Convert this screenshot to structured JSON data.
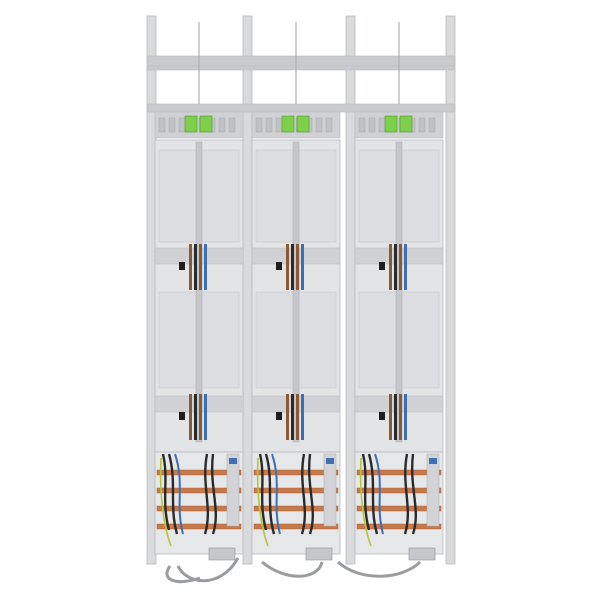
{
  "image": {
    "subject": "meter-cabinet-product-render",
    "background": "#ffffff"
  },
  "colors": {
    "frame": "#d9dadc",
    "frame_edge": "#b8babd",
    "panel": "#e3e4e6",
    "panel_shade": "#cfd1d4",
    "rail": "#c9cbce",
    "terminal_green": "#7ed04b",
    "busbar_copper": "#c8794a",
    "wire_black": "#2a2a2a",
    "wire_blue": "#3d6fb5",
    "wire_brown": "#8a5a34",
    "wire_earth": "#b8c43a",
    "cable_grey": "#9a9ca0"
  },
  "cabinet": {
    "field_count": 3,
    "fields": [
      {
        "id": "field-1"
      },
      {
        "id": "field-2"
      },
      {
        "id": "field-3"
      }
    ]
  }
}
